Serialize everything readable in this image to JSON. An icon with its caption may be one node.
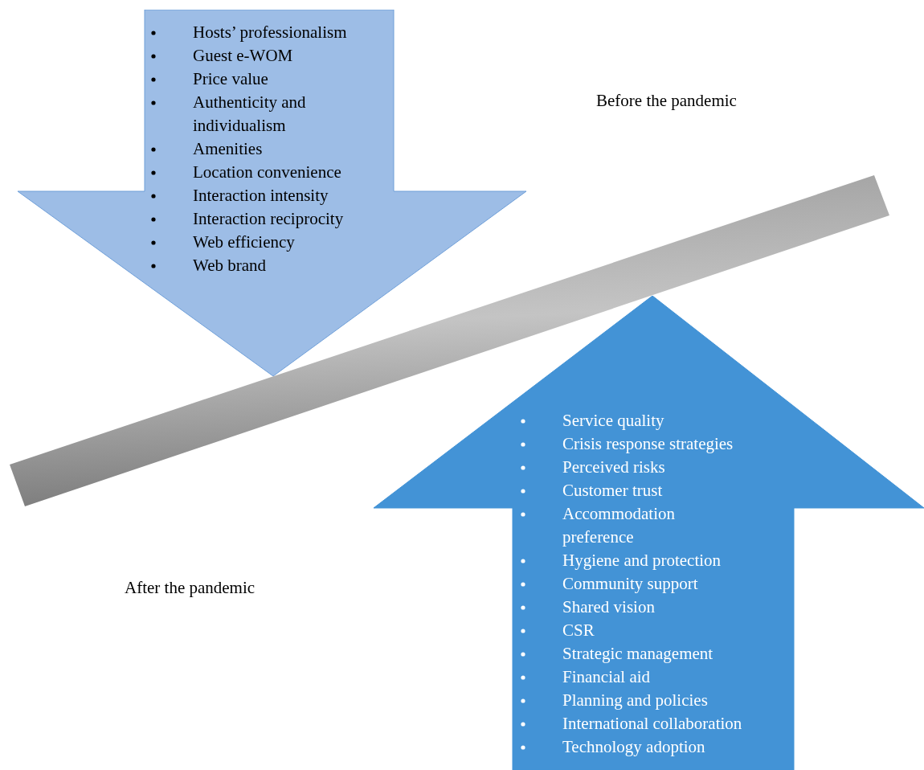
{
  "diagram": {
    "nodes": [
      {
        "text": [
          "Hosts’ professionalism",
          "Guest e-WOM",
          "Price value",
          "Authenticity and individualism",
          "Amenities",
          "Location convenience",
          "Interaction intensity",
          "Interaction reciprocity",
          "Web efficiency",
          "Web brand"
        ]
      },
      {
        "text": [
          "Service quality",
          "Crisis response strategies",
          "Perceived risks",
          "Customer trust",
          "Accommodation preference",
          "Hygiene and protection",
          "Community support",
          "Shared vision",
          "CSR",
          "Strategic management",
          "Financial aid",
          "Planning and policies",
          "International collaboration",
          "Technology adoption"
        ]
      }
    ],
    "labels": [
      "Before the pandemic",
      "After the pandemic"
    ]
  }
}
